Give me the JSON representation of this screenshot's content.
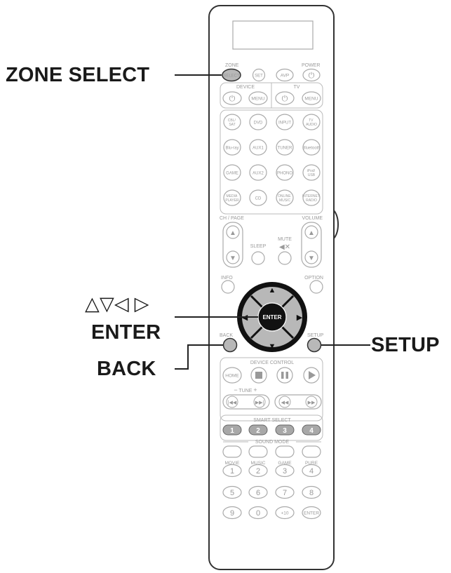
{
  "callouts": {
    "zone_select": "ZONE SELECT",
    "arrows": "△▽◁ ▷",
    "enter": "ENTER",
    "back": "BACK",
    "setup": "SETUP"
  },
  "remote": {
    "top_row": {
      "zone": "ZONE",
      "power": "POWER",
      "select": "SELECT",
      "set": "SET",
      "avp": "AVP"
    },
    "device_label": "DEVICE",
    "tv_label": "TV",
    "menu": "MENU",
    "sources": [
      [
        "CBL/ SAT",
        "DVD",
        "INPUT",
        "TV AUDIO"
      ],
      [
        "Blu-ray",
        "AUX1",
        "TUNER",
        "Bluetooth"
      ],
      [
        "GAME",
        "AUX2",
        "PHONO",
        "iPod/ USB"
      ],
      [
        "MEDIA PLAYER",
        "CD",
        "ONLINE MUSIC",
        "INTERNET RADIO"
      ]
    ],
    "ch_page": "CH / PAGE",
    "volume": "VOLUME",
    "mute": "MUTE",
    "sleep": "SLEEP",
    "info": "INFO",
    "option": "OPTION",
    "enter": "ENTER",
    "back": "BACK",
    "setup": "SETUP",
    "device_control": "DEVICE CONTROL",
    "home": "HOME",
    "tune": "TUNE",
    "smart_select": "SMART SELECT",
    "smart_numbers": [
      "1",
      "2",
      "3",
      "4"
    ],
    "sound_mode": "SOUND MODE",
    "modes": [
      "MOVIE",
      "MUSIC",
      "GAME",
      "PURE"
    ],
    "mode_numbers": [
      "1",
      "2",
      "3",
      "4"
    ],
    "numbers_row2": [
      "5",
      "6",
      "7",
      "8"
    ],
    "numbers_row3": [
      "9",
      "0",
      "+10",
      "ENTER"
    ]
  },
  "colors": {
    "outline": "#333333",
    "button_outline": "#a0a0a0",
    "highlight": "#b8b8b8",
    "dpad": "#111111",
    "line": "#222222"
  }
}
